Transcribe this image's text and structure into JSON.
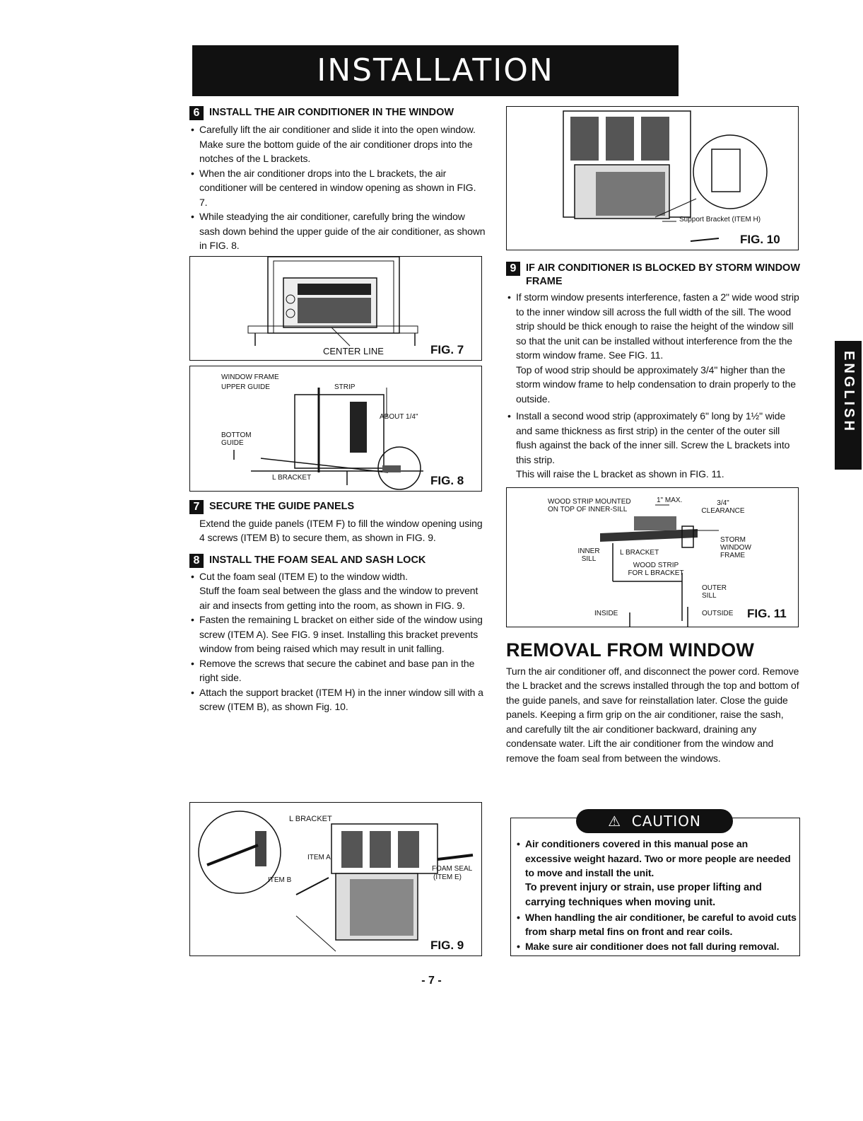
{
  "banner": "INSTALLATION",
  "side_tab": "ENGLISH",
  "page_number": "- 7 -",
  "step6": {
    "number": "6",
    "title": "INSTALL THE AIR CONDITIONER IN THE WINDOW",
    "bullets": [
      "Carefully lift the air conditioner and slide it into the open window. Make sure the bottom guide of the air conditioner drops into the notches of the L brackets.",
      "When the air conditioner drops into the L brackets, the air conditioner will be centered in window opening as shown in FIG. 7.",
      "While steadying the air conditioner, carefully bring the window sash down behind the upper guide of the air conditioner, as shown in FIG. 8."
    ]
  },
  "fig7": {
    "label": "FIG. 7",
    "center_line": "CENTER LINE"
  },
  "fig8": {
    "label": "FIG. 8",
    "window_frame": "WINDOW FRAME",
    "upper_guide": "UPPER GUIDE",
    "strip": "STRIP",
    "about": "ABOUT 1/4\"",
    "bottom_guide": "BOTTOM GUIDE",
    "l_bracket": "L BRACKET"
  },
  "step7": {
    "number": "7",
    "title": "SECURE THE GUIDE PANELS",
    "text": "Extend the guide panels (ITEM F) to fill the window opening using 4 screws (ITEM B) to secure them, as shown in FIG. 9."
  },
  "step8": {
    "number": "8",
    "title": "INSTALL THE FOAM SEAL AND SASH LOCK",
    "bullet1": "Cut the foam seal (ITEM E) to the window width.",
    "bullet1_cont": "Stuff the foam seal between the glass and the window to prevent air and insects from getting into the room, as shown in FIG. 9.",
    "bullets": [
      "Fasten the remaining L bracket on either side of the window using screw (ITEM A). See FIG. 9 inset. Installing this bracket prevents window from being raised which may result in unit falling.",
      "Remove the screws that secure the cabinet and base pan in the right side.",
      "Attach the support bracket (ITEM H) in the inner window sill with a screw (ITEM B), as shown Fig. 10."
    ]
  },
  "fig9": {
    "label": "FIG. 9",
    "l_bracket": "L BRACKET",
    "item_a": "ITEM A",
    "item_b": "ITEM B",
    "foam_seal": "FOAM SEAL",
    "item_e": "(ITEM E)"
  },
  "fig10": {
    "label": "FIG. 10",
    "support_bracket": "Support Bracket (ITEM H)"
  },
  "step9": {
    "number": "9",
    "title": "IF AIR CONDITIONER IS BLOCKED BY STORM WINDOW FRAME",
    "bullet1": "If storm window presents interference, fasten a 2\" wide wood strip to the inner window sill across the full width of the sill. The wood strip should be thick enough to raise the height of the window sill so that the unit can be installed without interference from the the storm window frame. See FIG. 11.",
    "bullet1_cont": "Top of wood strip should be approximately 3/4\" higher than the storm window frame to help condensation to drain properly to the outside.",
    "bullet2": "Install a second wood strip (approximately 6\" long by 1½\" wide and same thickness as first strip) in the center of the outer sill flush against the back of the inner sill. Screw the L brackets into this strip.",
    "bullet2_cont": "This will raise the L bracket as shown in FIG. 11."
  },
  "fig11": {
    "label": "FIG. 11",
    "wood_strip_mounted": "WOOD STRIP MOUNTED ON TOP OF INNER-SILL",
    "max": "1\" MAX.",
    "clearance": "3/4\" CLEARANCE",
    "storm_window_frame": "STORM WINDOW FRAME",
    "inner_sill": "INNER SILL",
    "l_bracket": "L BRACKET",
    "wood_strip_for": "WOOD STRIP FOR L BRACKET",
    "outer_sill": "OUTER SILL",
    "inside": "INSIDE",
    "outside": "OUTSIDE"
  },
  "removal": {
    "title": "REMOVAL FROM WINDOW",
    "text": "Turn the air conditioner off, and disconnect the power cord. Remove the L bracket and the screws installed through the top and bottom of the guide panels, and save for reinstallation later. Close the guide panels. Keeping a firm grip on the air conditioner, raise the sash, and carefully tilt the air conditioner backward, draining any condensate water. Lift the air conditioner from the window and remove the foam seal from between the windows."
  },
  "caution": {
    "title": "CAUTION",
    "bullet1": "Air conditioners covered in this manual pose an excessive weight hazard. Two or more people are needed to move and install the unit.",
    "bullet1_cont": "To prevent injury or strain, use proper lifting and carrying techniques when moving unit.",
    "bullet2": "When handling the air conditioner, be careful to avoid cuts from sharp metal fins on front and rear coils.",
    "bullet3": "Make sure air conditioner does not fall during removal."
  }
}
